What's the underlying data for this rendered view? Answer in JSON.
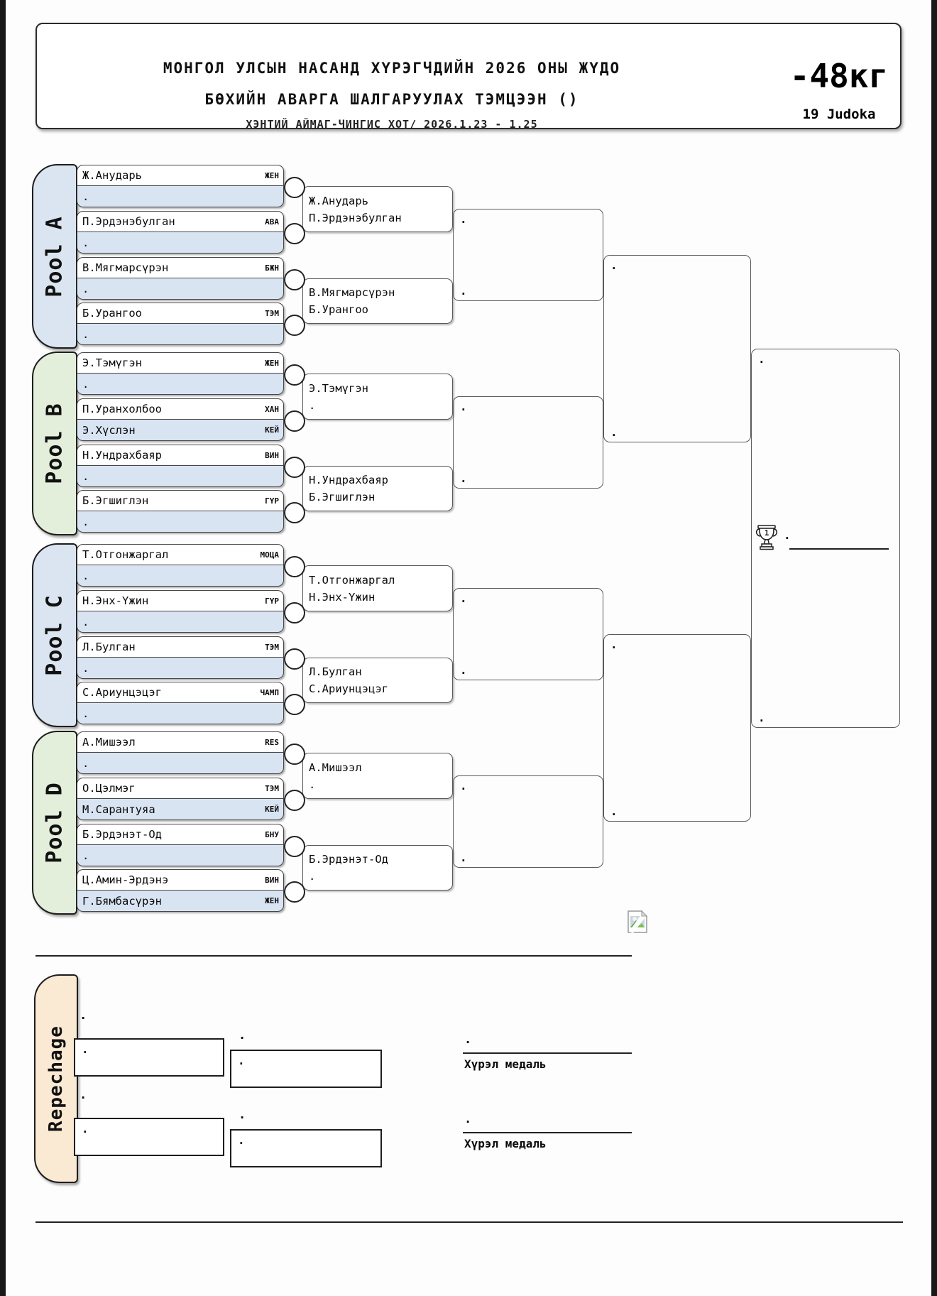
{
  "header": {
    "title_line1": "МОНГОЛ УЛСЫН НАСАНД ХҮРЭГЧДИЙН 2026 ОНЫ ЖҮДО",
    "title_line2": "БӨХИЙН АВАРГА ШАЛГАРУУЛАХ ТЭМЦЭЭН ()",
    "subtitle": "ХЭНТИЙ АЙМАГ-ЧИНГИС ХОТ/ 2026.1.23 - 1.25",
    "weight_class": "-48кг",
    "judoka_count": "19 Judoka"
  },
  "placeholders": {
    "empty": "."
  },
  "colors": {
    "pool-blue": "#dbe5f1",
    "pool-green": "#e3efdb",
    "entry-blue": "#d9e4f3",
    "repechage-tan": "#fae9d3"
  },
  "pools": [
    {
      "label": "Pool A",
      "entries": [
        {
          "name": "Ж.Анударь",
          "club": "ЖЕН",
          "name2": ".",
          "club2": ""
        },
        {
          "name": "П.Эрдэнэбулган",
          "club": "АВА",
          "name2": ".",
          "club2": ""
        },
        {
          "name": "В.Мягмарсүрэн",
          "club": "БЖН",
          "name2": ".",
          "club2": ""
        },
        {
          "name": "Б.Урангоо",
          "club": "ТЭМ",
          "name2": ".",
          "club2": ""
        }
      ],
      "matches": [
        {
          "line1": "Ж.Анударь",
          "line2": "П.Эрдэнэбулган"
        },
        {
          "line1": "В.Мягмарсүрэн",
          "line2": "Б.Урангоо"
        }
      ]
    },
    {
      "label": "Pool B",
      "entries": [
        {
          "name": "Э.Тэмүгэн",
          "club": "ЖЕН",
          "name2": ".",
          "club2": ""
        },
        {
          "name": "П.Уранхолбоо",
          "club": "ХАН",
          "name2": "Э.Хүслэн",
          "club2": "КЕЙ"
        },
        {
          "name": "Н.Ундрахбаяр",
          "club": "ВИН",
          "name2": ".",
          "club2": ""
        },
        {
          "name": "Б.Эгшиглэн",
          "club": "ГҮР",
          "name2": ".",
          "club2": ""
        }
      ],
      "matches": [
        {
          "line1": "Э.Тэмүгэн",
          "line2": "."
        },
        {
          "line1": "Н.Ундрахбаяр",
          "line2": "Б.Эгшиглэн"
        }
      ]
    },
    {
      "label": "Pool C",
      "entries": [
        {
          "name": "Т.Отгонжаргал",
          "club": "МОЦА",
          "name2": ".",
          "club2": ""
        },
        {
          "name": "Н.Энх-Үжин",
          "club": "ГҮР",
          "name2": ".",
          "club2": ""
        },
        {
          "name": "Л.Булган",
          "club": "ТЭМ",
          "name2": ".",
          "club2": ""
        },
        {
          "name": "С.Ариунцэцэг",
          "club": "ЧАМП",
          "name2": ".",
          "club2": ""
        }
      ],
      "matches": [
        {
          "line1": "Т.Отгонжаргал",
          "line2": "Н.Энх-Үжин"
        },
        {
          "line1": "Л.Булган",
          "line2": "С.Ариунцэцэг"
        }
      ]
    },
    {
      "label": "Pool D",
      "entries": [
        {
          "name": "А.Мишээл",
          "club": "RES",
          "name2": ".",
          "club2": ""
        },
        {
          "name": "О.Цэлмэг",
          "club": "ТЭМ",
          "name2": "М.Сарантуяа",
          "club2": "КЕЙ"
        },
        {
          "name": "Б.Эрдэнэт-Од",
          "club": "БНУ",
          "name2": ".",
          "club2": ""
        },
        {
          "name": "Ц.Амин-Эрдэнэ",
          "club": "ВИН",
          "name2": "Г.Бямбасүрэн",
          "club2": "ЖЕН"
        }
      ],
      "matches": [
        {
          "line1": "А.Мишээл",
          "line2": "."
        },
        {
          "line1": "Б.Эрдэнэт-Од",
          "line2": "."
        }
      ]
    }
  ],
  "champion": {
    "placeholder": ".",
    "trophy_icon": "trophy-number-1"
  },
  "repechage": {
    "label": "Repechage",
    "bronze_label": "Хүрэл медаль"
  }
}
